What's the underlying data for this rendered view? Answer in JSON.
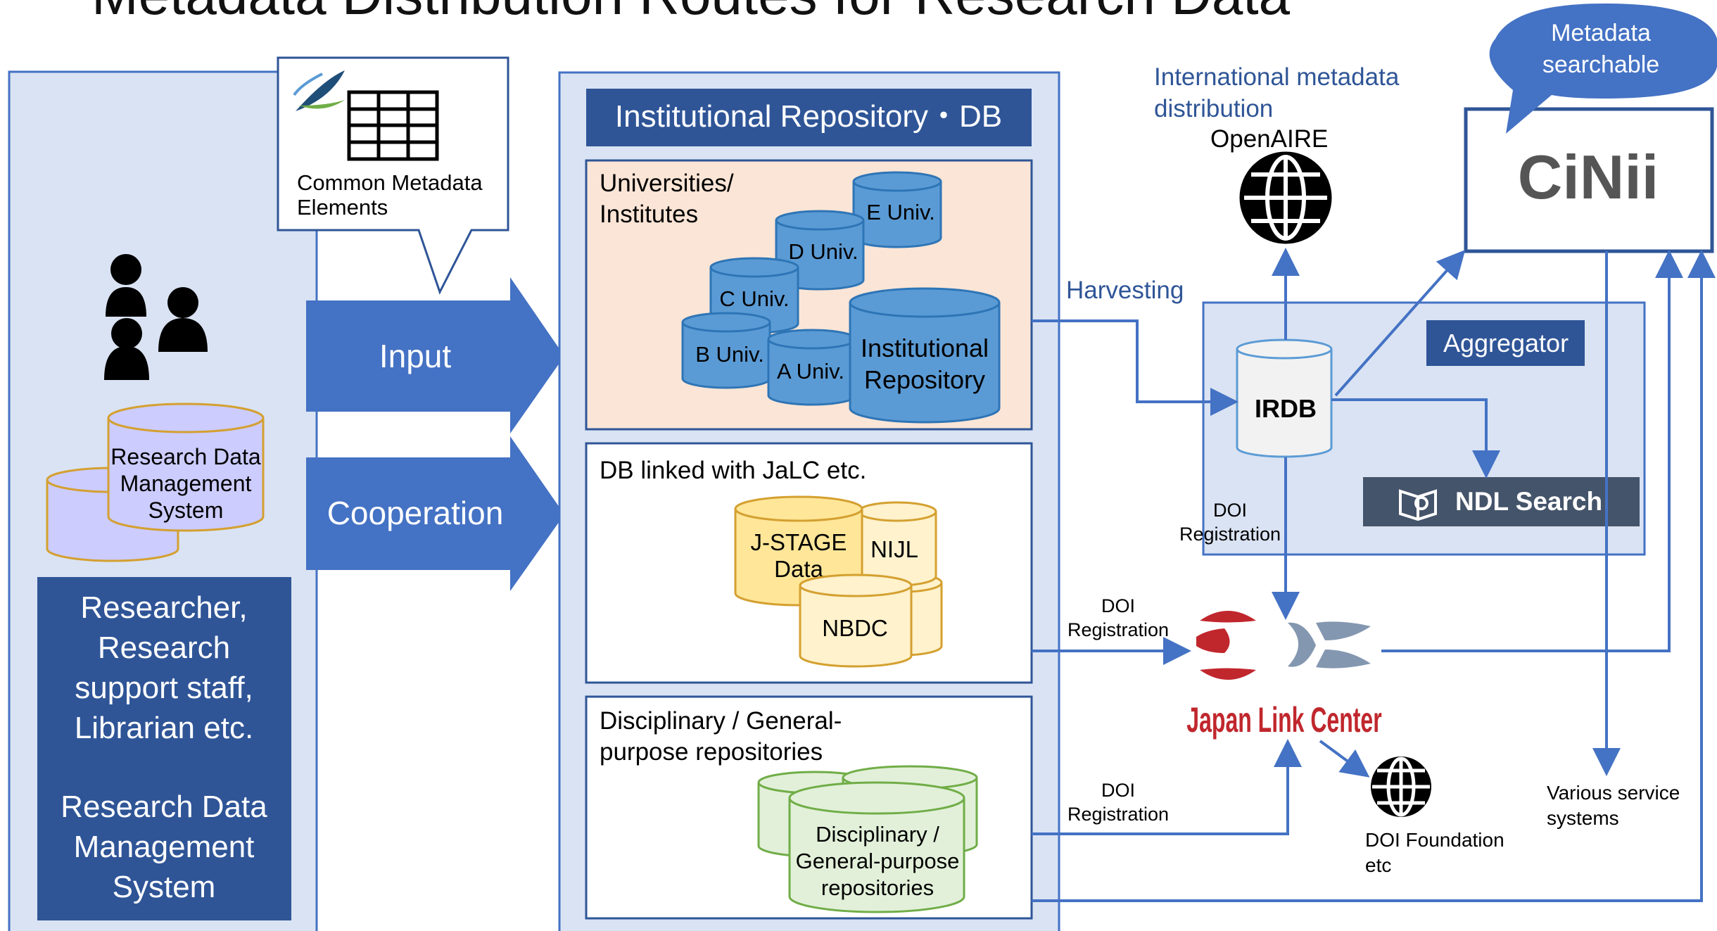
{
  "title": "Metadata Distribution Routes for Research Data",
  "colors": {
    "blue_panel": "#dae3f3",
    "blue_border": "#4472c4",
    "dark_blue": "#2f5597",
    "arrow_blue": "#4472c4",
    "line_blue": "#4472c4",
    "salmon": "#fbe5d6",
    "cyl_blue": "#5b9bd5",
    "cyl_yellow": "#ffe699",
    "cyl_green": "#e2f0d9",
    "cyl_lavender": "#ccccff",
    "cyl_gray": "#f2f2f2",
    "ndl_bg": "#44546a",
    "jalc_red": "#c0272d",
    "jalc_gray": "#8497b0"
  },
  "left": {
    "users_icon": "users-icon",
    "rdm_cylinder": "Research Data\nManagement\nSystem",
    "box_text_1": "Researcher,\nResearch\nsupport staff,\nLibrarian etc.",
    "box_text_2": "Research Data\nManagement\nSystem"
  },
  "callout": {
    "logo_icon": "leaf-logo-icon",
    "table_icon": "table-grid-icon",
    "text": "Common Metadata\nElements"
  },
  "arrows": {
    "input": "Input",
    "cooperation": "Cooperation"
  },
  "repo": {
    "header": "Institutional Repository・DB",
    "universities": {
      "label": "Universities/\nInstitutes",
      "e_univ": "E Univ.",
      "d_univ": "D Univ.",
      "c_univ": "C Univ.",
      "b_univ": "B Univ.",
      "a_univ": "A Univ.",
      "ir": "Institutional\nRepository"
    },
    "jalc_db": {
      "label": "DB linked with JaLC etc.",
      "jstage": "J-STAGE\nData",
      "nijl": "NIJL",
      "nbdc": "NBDC"
    },
    "disciplinary": {
      "label": "Disciplinary / General-\npurpose repositories",
      "cyl": "Disciplinary /\nGeneral-purpose\nrepositories"
    }
  },
  "right": {
    "intl_label": "International metadata\ndistribution",
    "openaire": "OpenAIRE",
    "globe_icon": "globe-icon",
    "harvesting": "Harvesting",
    "aggregator": "Aggregator",
    "irdb": "IRDB",
    "cinii": "CiNii",
    "bubble": "Metadata\nsearchable",
    "ndl": "NDL Search",
    "ndl_icon": "book-search-icon",
    "doi_reg_1": "DOI\nRegistration",
    "doi_reg_2": "DOI\nRegistration",
    "doi_reg_3": "DOI\nRegistration",
    "jalc_name": "Japan Link Center",
    "doi_foundation": "DOI Foundation\netc",
    "various": "Various service\nsystems"
  }
}
